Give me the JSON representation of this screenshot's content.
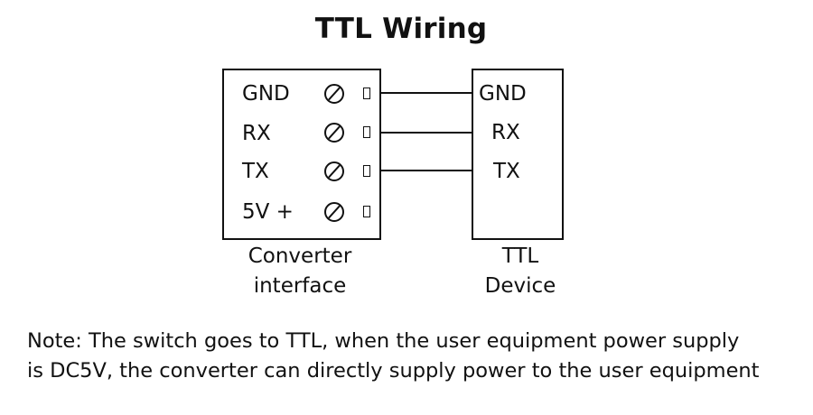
{
  "diagram": {
    "title": "TTL Wiring",
    "converter": {
      "pins": [
        "GND",
        "RX",
        "TX",
        "5V +"
      ],
      "caption_line1": "Converter",
      "caption_line2": "interface"
    },
    "device": {
      "pins": [
        "GND",
        "RX",
        "TX"
      ],
      "caption_line1": "TTL",
      "caption_line2": "Device"
    },
    "note_line1": "Note: The switch goes to TTL, when the user equipment power supply",
    "note_line2": "is DC5V, the converter can directly supply power to the user equipment"
  }
}
